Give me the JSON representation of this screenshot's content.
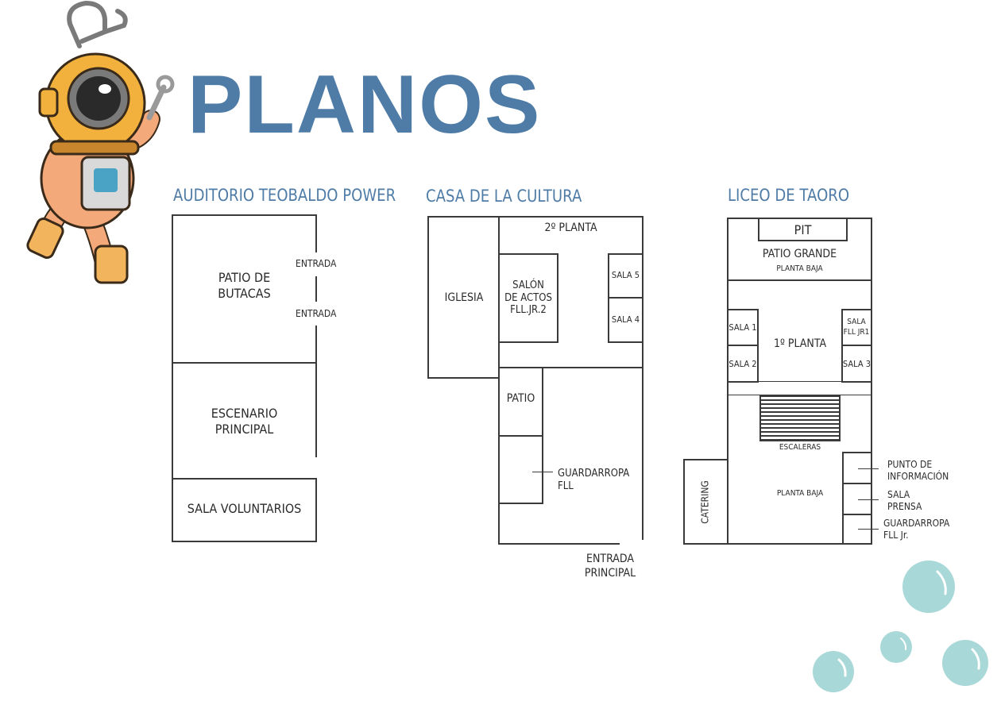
{
  "page": {
    "title": "PLANOS"
  },
  "colors": {
    "accent": "#4f7ca7",
    "line": "#3a3a3a",
    "bubble": "#a9d8d8",
    "mascot": "#f2a45c"
  },
  "icons": {
    "mascot": "diver-mascot-icon",
    "bubbles": "bubble-icon"
  },
  "auditorio": {
    "header": "AUDITORIO TEOBALDO POWER",
    "patio": "PATIO DE\nBUTACAS",
    "entrada1": "ENTRADA",
    "entrada2": "ENTRADA",
    "escenario": "ESCENARIO\nPRINCIPAL",
    "voluntarios": "SALA VOLUNTARIOS"
  },
  "casa": {
    "header": "CASA DE LA CULTURA",
    "planta": "2º PLANTA",
    "iglesia": "IGLESIA",
    "salon": "SALÓN\nDE ACTOS\nFLL.JR.2",
    "sala5": "SALA 5",
    "sala4": "SALA 4",
    "patio": "PATIO",
    "guardarropa": "GUARDARROPA\nFLL",
    "entrada": "ENTRADA\nPRINCIPAL"
  },
  "liceo": {
    "header": "LICEO DE TAORO",
    "pit": "PIT",
    "patio_grande": "PATIO GRANDE",
    "planta_baja_top": "PLANTA BAJA",
    "sala1": "SALA 1",
    "sala2": "SALA 2",
    "primera_planta": "1º PLANTA",
    "sala_jr1": "SALA\nFLL JR1",
    "sala3": "SALA 3",
    "escaleras": "ESCALERAS",
    "catering": "CATERING",
    "planta_baja": "PLANTA BAJA",
    "punto_info": "PUNTO DE\nINFORMACIÓN",
    "sala_prensa": "SALA\nPRENSA",
    "guardarropa": "GUARDARROPA\nFLL Jr."
  }
}
